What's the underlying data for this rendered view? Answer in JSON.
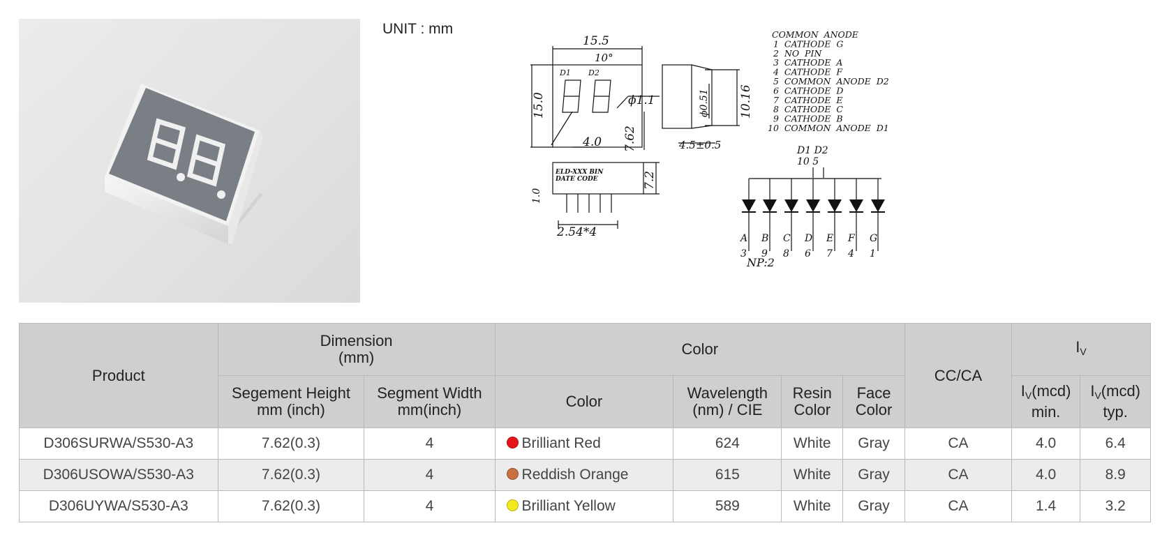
{
  "unit_label": "UNIT : mm",
  "drawing": {
    "dim_width": "15.5",
    "dim_height": "15.0",
    "angle": "10°",
    "pin_hole": "ϕ1.1",
    "dim_seg_width": "4.0",
    "dim_seg_height": "7.62",
    "side_depth": "4.5±0.5",
    "pin_dia": "ϕ0.51",
    "side_height": "10.16",
    "pin_len": "1.0",
    "body_height": "7.2",
    "pin_pitch": "2.54*4",
    "label_line1": "ELD-XXX BIN",
    "label_line2": "DATE    CODE",
    "digit1": "D1",
    "digit2": "D2",
    "pin_list": [
      "COMMON  ANODE",
      "1  CATHODE  G",
      "2  NO  PIN",
      "3  CATHODE  A",
      "4  CATHODE  F",
      "5  COMMON  ANODE  D2",
      "6  CATHODE  D",
      "7  CATHODE  E",
      "8  CATHODE  C",
      "9  CATHODE  B",
      "10  COMMON  ANODE  D1"
    ],
    "circuit_top_labels": [
      "D1  D2",
      "10   5"
    ],
    "seg_letters": [
      "A",
      "B",
      "C",
      "D",
      "E",
      "F",
      "G"
    ],
    "seg_pins": [
      "3",
      "9",
      "8",
      "6",
      "7",
      "4",
      "1"
    ],
    "np_label": "NP:2"
  },
  "table": {
    "h_product": "Product",
    "h_dimension": "Dimension",
    "h_dimension_unit": "(mm)",
    "h_color_group": "Color",
    "h_ccca": "CC/CA",
    "h_iv": "I",
    "h_iv_sub": "V",
    "h_seg_height": "Segement Height",
    "h_seg_height_unit": "mm (inch)",
    "h_seg_width": "Segment Width",
    "h_seg_width_unit": "mm(inch)",
    "h_color": "Color",
    "h_wavelength": "Wavelength",
    "h_wavelength_unit": "(nm) / CIE",
    "h_resin_1": "Resin",
    "h_resin_2": "Color",
    "h_face_1": "Face",
    "h_face_2": "Color",
    "h_iv_min_a": "I",
    "h_iv_min_sub": "V",
    "h_iv_min_b": "(mcd)",
    "h_iv_min_c": "min.",
    "h_iv_typ_a": "I",
    "h_iv_typ_sub": "V",
    "h_iv_typ_b": "(mcd)",
    "h_iv_typ_c": "typ.",
    "rows": [
      {
        "product": "D306SURWA/S530-A3",
        "seg_height": "7.62(0.3)",
        "seg_width": "4",
        "color": "Brilliant Red",
        "dot": "#e8141c",
        "wavelength": "624",
        "resin": "White",
        "face": "Gray",
        "ccca": "CA",
        "iv_min": "4.0",
        "iv_typ": "6.4"
      },
      {
        "product": "D306USOWA/S530-A3",
        "seg_height": "7.62(0.3)",
        "seg_width": "4",
        "color": "Reddish Orange",
        "dot": "#c8703f",
        "wavelength": "615",
        "resin": "White",
        "face": "Gray",
        "ccca": "CA",
        "iv_min": "4.0",
        "iv_typ": "8.9"
      },
      {
        "product": "D306UYWA/S530-A3",
        "seg_height": "7.62(0.3)",
        "seg_width": "4",
        "color": "Brilliant Yellow",
        "dot": "#f2ea1e",
        "wavelength": "589",
        "resin": "White",
        "face": "Gray",
        "ccca": "CA",
        "iv_min": "1.4",
        "iv_typ": "3.2"
      }
    ]
  }
}
